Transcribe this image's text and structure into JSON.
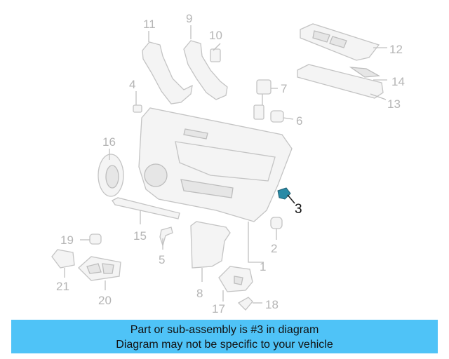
{
  "diagram": {
    "highlight_color": "#2a8aa6",
    "callouts": {
      "c1": "1",
      "c2": "2",
      "c3": "3",
      "c4": "4",
      "c5": "5",
      "c6": "6",
      "c7": "7",
      "c8": "8",
      "c9": "9",
      "c10": "10",
      "c11": "11",
      "c12": "12",
      "c13": "13",
      "c14": "14",
      "c15": "15",
      "c16": "16",
      "c17": "17",
      "c18": "18",
      "c19": "19",
      "c20": "20",
      "c21": "21"
    }
  },
  "banner": {
    "background": "#4fc3f7",
    "line1": "Part or sub-assembly is #3 in diagram",
    "line2": "Diagram may not be specific to your vehicle"
  }
}
